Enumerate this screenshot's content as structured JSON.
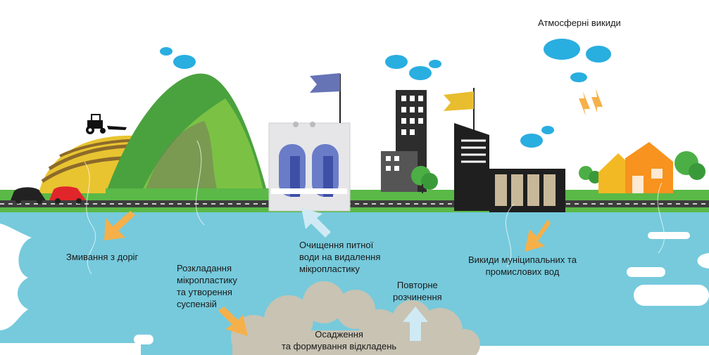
{
  "labels": {
    "atmospheric": "Атмосферні викиди",
    "road_runoff": "Змивання з доріг",
    "treatment": [
      "Очищення питної",
      "води на видалення",
      "мікропластику"
    ],
    "wastewater": [
      "Викиди муніципальних та",
      "промислових вод"
    ],
    "degradation": [
      "Розкладання",
      "мікропластику",
      "та утворення",
      "суспензій"
    ],
    "resuspension": [
      "Повторне",
      "розчинення"
    ],
    "sedimentation": [
      "Осадження",
      "та формування відкладень"
    ]
  },
  "colors": {
    "water": "#76cadc",
    "ground": "#5ab947",
    "road": "#3d3d3d",
    "hill_dark": "#4aa23e",
    "hill_light": "#7bc244",
    "field_yellow": "#e8c431",
    "cloud": "#29aee0",
    "arrow_orange": "#f6b04a",
    "arrow_light": "#cfeaf4",
    "sediment": "#c8c3b3",
    "building_dark": "#2d2d2d",
    "building_grey": "#555555",
    "house_yellow": "#f3b924",
    "house_orange": "#f7931e",
    "tree": "#4caf45",
    "flag_blue": "#6673b5",
    "flag_yellow": "#e8bd2e"
  },
  "icons": [
    "cloud-icon",
    "tractor-icon",
    "car-icon",
    "flag-icon",
    "house-icon",
    "tree-icon",
    "arrow-icon",
    "factory-icon"
  ]
}
